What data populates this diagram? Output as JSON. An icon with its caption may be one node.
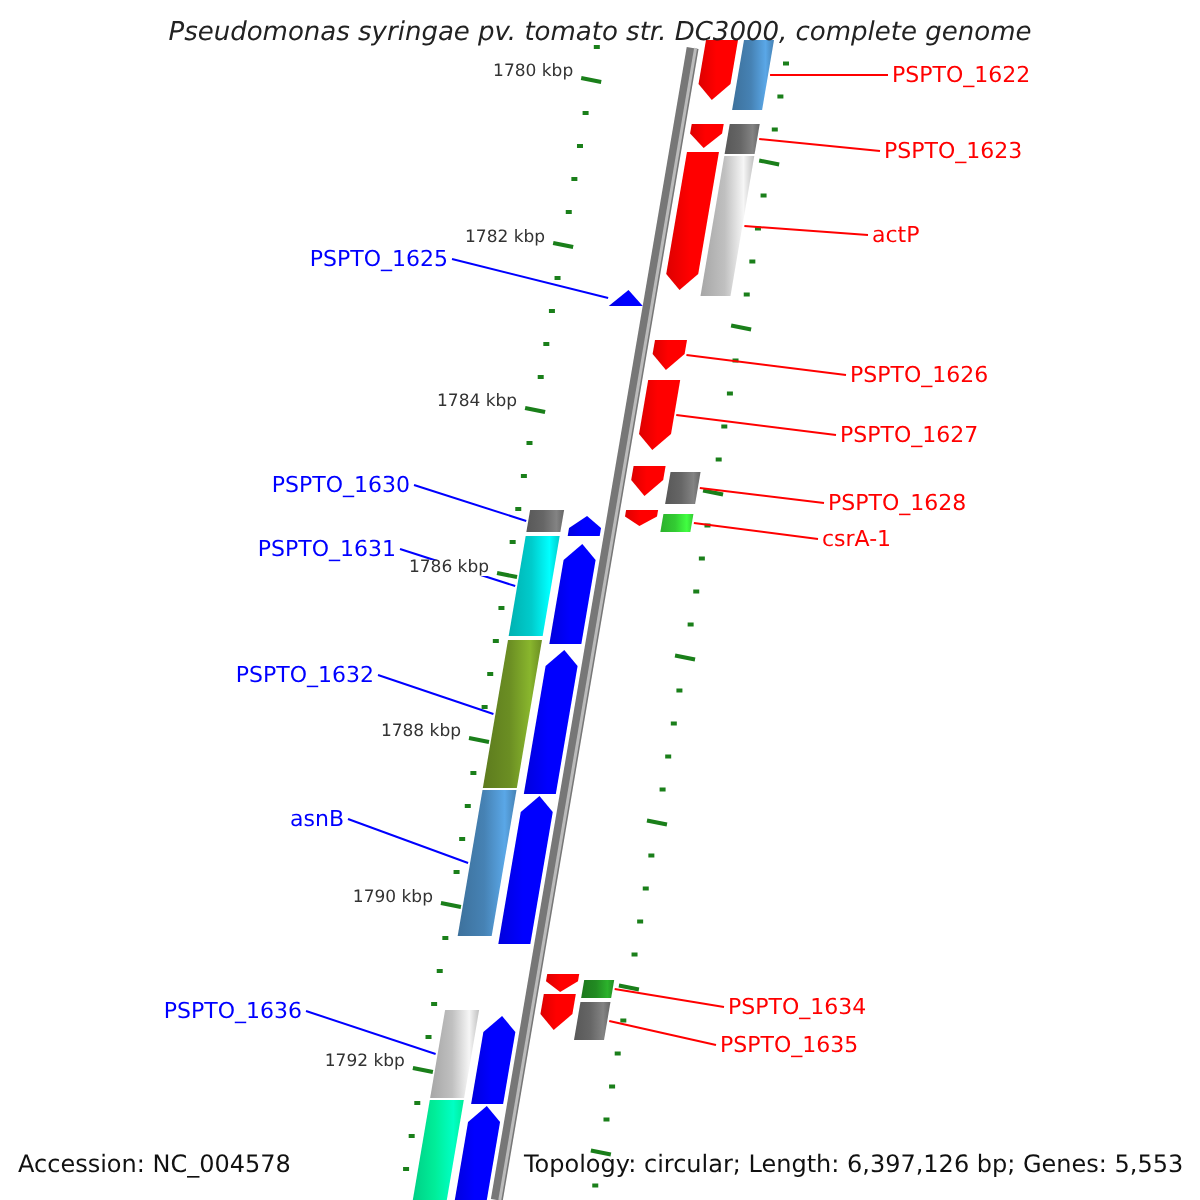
{
  "diagram": {
    "title": "Pseudomonas syringae pv. tomato str. DC3000, complete genome",
    "nodes": [
      {
        "text": [
          "PSPTO_1622"
        ]
      },
      {
        "text": [],
        "shape": "bar"
      },
      {
        "text": [
          "PSPTO_1623"
        ]
      },
      {
        "text": [],
        "shape": "bar"
      },
      {
        "text": [
          "actP"
        ]
      },
      {
        "text": [],
        "shape": "bar"
      },
      {
        "text": [
          "PSPTO_1625"
        ]
      },
      {
        "text": [],
        "shape": "triangle"
      },
      {
        "text": [
          "PSPTO_1626"
        ]
      },
      {
        "text": [],
        "shape": "arrow"
      },
      {
        "text": [
          "PSPTO_1627"
        ]
      },
      {
        "text": [],
        "shape": "arrow"
      },
      {
        "text": [
          "PSPTO_1628"
        ]
      },
      {
        "text": [],
        "shape": "bar"
      },
      {
        "text": [
          "csrA-1"
        ]
      },
      {
        "text": [],
        "shape": "bar"
      },
      {
        "text": [
          "PSPTO_1630"
        ]
      },
      {
        "text": [],
        "shape": "bar"
      },
      {
        "text": [
          "PSPTO_1631"
        ]
      },
      {
        "text": [],
        "shape": "bar"
      },
      {
        "text": [
          "PSPTO_1632"
        ]
      },
      {
        "text": [],
        "shape": "bar"
      },
      {
        "text": [
          "asnB"
        ]
      },
      {
        "text": [],
        "shape": "bar"
      },
      {
        "text": [
          "PSPTO_1634"
        ]
      },
      {
        "text": [],
        "shape": "bar"
      },
      {
        "text": [
          "PSPTO_1635"
        ]
      },
      {
        "text": [],
        "shape": "bar"
      },
      {
        "text": [
          "PSPTO_1636"
        ]
      },
      {
        "text": [],
        "shape": "bar"
      },
      {
        "text": [],
        "shape": "arrow"
      },
      {
        "text": [],
        "shape": "arrow"
      },
      {
        "text": [],
        "shape": "arrow"
      },
      {
        "text": [],
        "shape": "arrow"
      },
      {
        "text": [],
        "shape": "arrow"
      },
      {
        "text": [],
        "shape": "arrow"
      },
      {
        "text": [],
        "shape": "arrow"
      },
      {
        "text": [],
        "shape": "arrow"
      },
      {
        "text": [],
        "shape": "arrow"
      },
      {
        "text": [],
        "shape": "arrow"
      },
      {
        "text": [],
        "shape": "arrow"
      },
      {
        "text": [],
        "shape": "arrow"
      },
      {
        "text": [],
        "shape": "bar"
      },
      {
        "text": [],
        "shape": "arrow"
      }
    ],
    "edges": [
      {
        "from": 0,
        "to": 1,
        "arrow": "none"
      },
      {
        "from": 2,
        "to": 3,
        "arrow": "none"
      },
      {
        "from": 4,
        "to": 5,
        "arrow": "none"
      },
      {
        "from": 6,
        "to": 7,
        "arrow": "none",
        "color": "#0000ff"
      },
      {
        "from": 8,
        "to": 9,
        "arrow": "none"
      },
      {
        "from": 10,
        "to": 11,
        "arrow": "none"
      },
      {
        "from": 12,
        "to": 13,
        "arrow": "none"
      },
      {
        "from": 14,
        "to": 15,
        "arrow": "none"
      },
      {
        "from": 16,
        "to": 17,
        "arrow": "none",
        "color": "#0000ff"
      },
      {
        "from": 18,
        "to": 19,
        "arrow": "none",
        "color": "#0000ff"
      },
      {
        "from": 20,
        "to": 21,
        "arrow": "none",
        "color": "#0000ff"
      },
      {
        "from": 22,
        "to": 23,
        "arrow": "none",
        "color": "#0000ff"
      },
      {
        "from": 24,
        "to": 25,
        "arrow": "none"
      },
      {
        "from": 26,
        "to": 27,
        "arrow": "none"
      },
      {
        "from": 28,
        "to": 29,
        "arrow": "none",
        "color": "#0000ff"
      }
    ],
    "labels": [
      "1780 kbp",
      "1782 kbp",
      "1784 kbp",
      "1786 kbp",
      "1788 kbp",
      "1790 kbp",
      "1792 kbp",
      "Accession: NC_004578",
      "Topology: circular; Length: 6,397,126 bp; Genes: 5,553"
    ]
  }
}
